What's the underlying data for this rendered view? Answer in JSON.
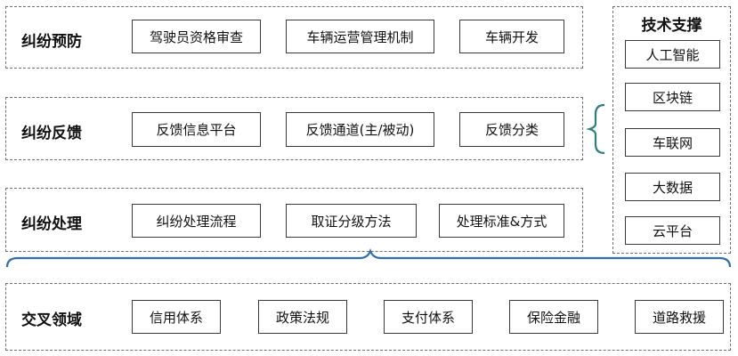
{
  "rows": [
    {
      "label": "纠纷预防",
      "items": [
        "驾驶员资格审查",
        "车辆运营管理机制",
        "车辆开发"
      ]
    },
    {
      "label": "纠纷反馈",
      "items": [
        "反馈信息平台",
        "反馈通道(主/被动)",
        "反馈分类"
      ]
    },
    {
      "label": "纠纷处理",
      "items": [
        "纠纷处理流程",
        "取证分级方法",
        "处理标准&方式"
      ]
    }
  ],
  "cross": {
    "label": "交叉领域",
    "items": [
      "信用体系",
      "政策法规",
      "支付体系",
      "保险金融",
      "道路救援"
    ]
  },
  "tech": {
    "title": "技术支撑",
    "items": [
      "人工智能",
      "区块链",
      "车联网",
      "大数据",
      "云平台"
    ]
  },
  "colors": {
    "border": "#3a3a3a",
    "dashed": "#6e6e6e",
    "brace_bottom": "#2f6db0",
    "brace_side": "#2e7f7a"
  }
}
